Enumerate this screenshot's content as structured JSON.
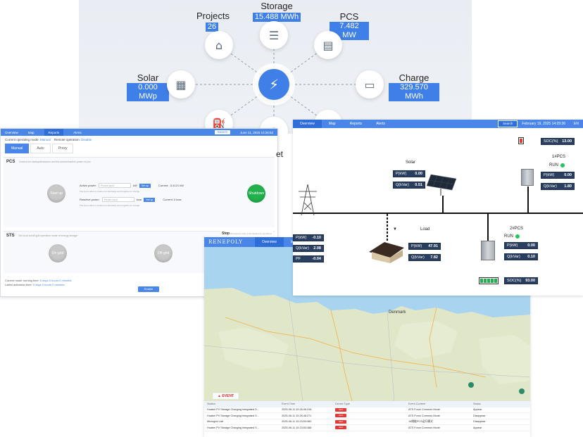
{
  "dashboard": {
    "projects": {
      "label": "Projects",
      "value": "26",
      "icon": "house-icon"
    },
    "storage": {
      "label": "Storage",
      "value": "15.488 MWh",
      "icon": "database-icon"
    },
    "pcs": {
      "label": "PCS",
      "value": "7.482 MW",
      "icon": "inverter-icon"
    },
    "solar": {
      "label": "Solar",
      "value": "0.000 MWp",
      "icon": "solar-panel-icon"
    },
    "charge": {
      "label": "Charge",
      "value": "329.570 MWh",
      "icon": "charger-icon"
    },
    "hub_icon": "lightning-icon",
    "partial_labels": [
      "et"
    ]
  },
  "control": {
    "nav": [
      "Overview",
      "Map",
      "Reports",
      "Alerts"
    ],
    "search": "Search",
    "datetime": "June 11, 2025 10:26:52",
    "mode_label": "Current operating mode:",
    "mode_value": "Manual",
    "remote_label": "Remote operation:",
    "remote_value": "Disable",
    "tabs": [
      "Manual",
      "Auto",
      "Proxy"
    ],
    "pcs": {
      "title": "PCS",
      "desc": "Control the startup/shutdown and the active/reactive power of pcs",
      "startup": "Start up",
      "shutdown": "Shutdown",
      "active_power_label": "Active power:",
      "reactive_power_label": "Reactive power:",
      "placeholder": "Please input",
      "unit_active": "kW",
      "unit_reactive": "kvar",
      "setup_label": "Set up",
      "active_hint": "The input value is positive for discharge and negative for charge",
      "reactive_hint": "The input value is positive for discharge and negative for charge",
      "current_active": "Current: -3.4121 kW",
      "current_reactive": "Current: 0 kvar"
    },
    "sts": {
      "title": "STS",
      "desc": "Set local on/off-grid operation mode of energy storage",
      "ongrid": "On-grid",
      "offgrid": "Off-grid",
      "stop_title": "Stop",
      "stop_desc": "Emergency stop of all equipment operations"
    },
    "running_label": "Current mode running time:",
    "running_value": "0 days 0 hours 0 minutes",
    "activation_label": "Latest activation time:",
    "activation_value": "0 days 0 hours 0 minutes",
    "apply": "Enable"
  },
  "topology": {
    "nav": [
      "Overview",
      "Map",
      "Reports",
      "Alerts"
    ],
    "search": "Search",
    "datetime": "February 19, 2025 14:29:36",
    "lang": "EN",
    "solar": {
      "label": "Solar",
      "p_key": "P(kW)",
      "p_val": "0.00",
      "q_key": "Q(kVar)",
      "q_val": "0.51"
    },
    "grid": {
      "p_key": "P(kW)",
      "p_val": "-0.10",
      "q_key": "Q(kVar)",
      "q_val": "2.08",
      "pf_key": "PF",
      "pf_val": "-0.04"
    },
    "load": {
      "label": "Load",
      "p_key": "P(kW)",
      "p_val": "47.91",
      "q_key": "Q(kVar)",
      "q_val": "7.82"
    },
    "pcs1": {
      "label": "1#PCS",
      "run": "RUN",
      "p_key": "P(kW)",
      "p_val": "0.00",
      "q_key": "Q(kVar)",
      "q_val": "1.80",
      "soc_key": "SOC(%)",
      "soc_val": "13.00",
      "soc_fraction": 0.13
    },
    "pcs2": {
      "label": "2#PCS",
      "run": "RUN",
      "p_key": "P(kW)",
      "p_val": "0.00",
      "q_key": "Q(kVar)",
      "q_val": "0.10",
      "soc_key": "SOC(%)",
      "soc_val": "93.00",
      "soc_fraction": 0.93
    },
    "status_color": "#22c55e"
  },
  "map_panel": {
    "logo": "RENEPOLY",
    "nav": [
      "Overview",
      "Map"
    ],
    "map_label": "Denmark",
    "event_tab": "EVENT",
    "columns": [
      "Station",
      "Event Time",
      "Device Type",
      "Event Content",
      "Status"
    ],
    "rows": [
      {
        "station": "Huabei PV Storage Charging Integrated S...",
        "time": "2025-06-11 10:26:46:318",
        "type": "Alert",
        "content": "ATS Force Common Mode",
        "status": "Appear"
      },
      {
        "station": "Huabei PV Storage Charging Integrated S...",
        "time": "2025-06-11 10:26:46:271",
        "type": "Alert",
        "content": "ATS Force Common Mode",
        "status": "Disappear"
      },
      {
        "station": "Microgrid Lab",
        "time": "2025-06-11 10:23:53:360",
        "type": "Alert",
        "content": "1#储能PCS运行模式",
        "status": "Disappear"
      },
      {
        "station": "Huabei PV Storage Charging Integrated S...",
        "time": "2025-06-11 10:23:53:388",
        "type": "Alert",
        "content": "ATS Force Common Mode",
        "status": "Appear"
      }
    ]
  }
}
